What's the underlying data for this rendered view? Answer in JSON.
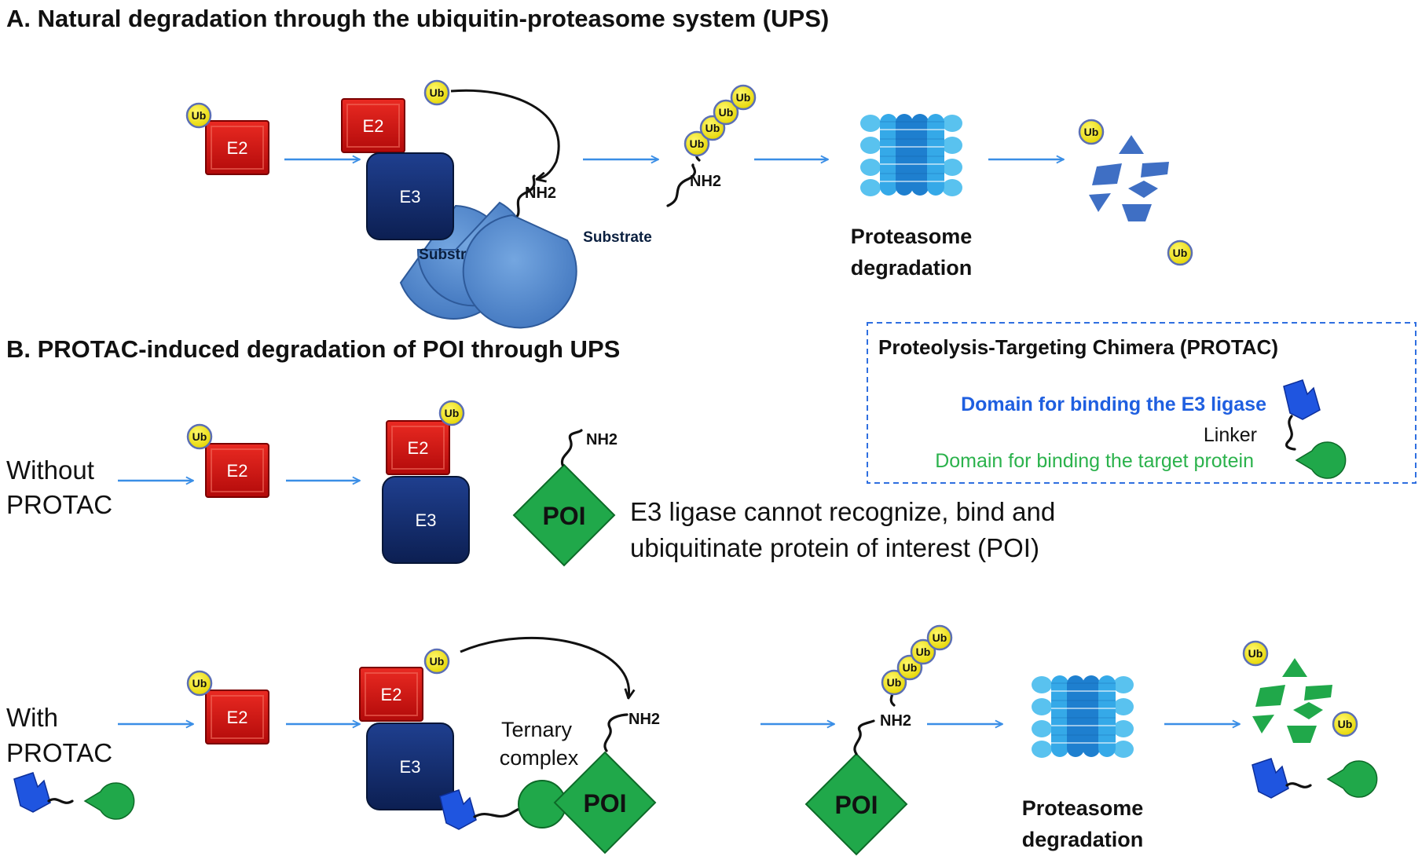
{
  "section_a": {
    "title": "A. Natural degradation through the ubiquitin-proteasome system (UPS)"
  },
  "section_b": {
    "title": "B. PROTAC-induced degradation of POI through UPS"
  },
  "labels": {
    "ub": "Ub",
    "e2": "E2",
    "e3": "E3",
    "nh2": "NH2",
    "substrate": "Substrate",
    "poi": "POI",
    "proteasome_line1": "Proteasome",
    "proteasome_line2": "degradation"
  },
  "rows": {
    "without_line1": "Without",
    "without_line2": "PROTAC",
    "with_line1": "With",
    "with_line2": "PROTAC"
  },
  "note": {
    "line1": "E3 ligase cannot recognize, bind and",
    "line2": "ubiquitinate protein of interest (POI)"
  },
  "ternary": {
    "line1": "Ternary",
    "line2": "complex"
  },
  "legend": {
    "title": "Proteolysis-Targeting Chimera (PROTAC)",
    "e3_domain": "Domain for binding the E3 ligase",
    "linker": "Linker",
    "target_domain": "Domain for binding the target protein"
  },
  "colors": {
    "e2_red": "#cc1010",
    "e3_navy": "#142d6e",
    "ub_yellow": "#f2e600",
    "substrate_blue": "#5b8fd0",
    "poi_green": "#20a84a",
    "protac_blue": "#1f55e0",
    "arrow_blue": "#3a8ee6",
    "fragment_blue": "#3f6fc4",
    "legend_border": "#2f6fe0"
  }
}
